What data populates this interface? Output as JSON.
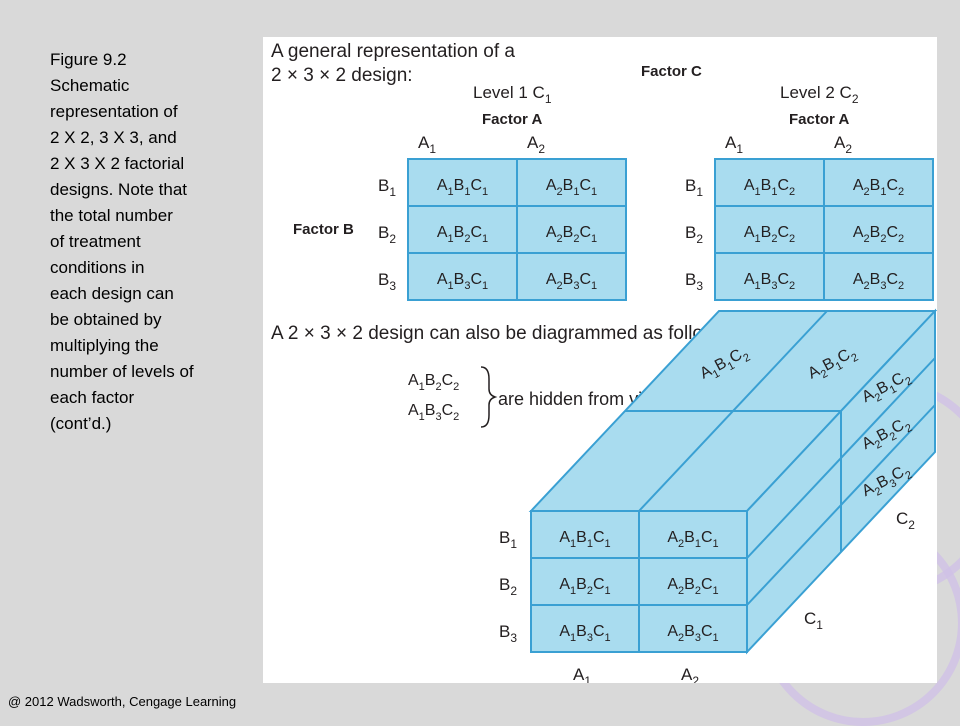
{
  "caption": {
    "lines": [
      "Figure 9.2",
      "Schematic",
      "representation of",
      "2 X 2, 3 X 3, and",
      "2 X 3 X 2 factorial",
      "designs. Note that",
      "the total number",
      "of treatment",
      "conditions in",
      "each design can",
      "be obtained by",
      "multiplying the",
      "number of levels of",
      "each factor",
      "(cont’d.)"
    ]
  },
  "footer": "@ 2012 Wadsworth, Cengage Learning",
  "figure": {
    "heading_line1": "A general representation of a",
    "heading_line2": "2 × 3 × 2 design:",
    "factor_c": "Factor C",
    "factor_a": "Factor A",
    "factor_b": "Factor B",
    "level1": [
      "Level 1 C",
      "1"
    ],
    "level2": [
      "Level 2 C",
      "2"
    ],
    "a_levels": [
      [
        "A",
        "1"
      ],
      [
        "A",
        "2"
      ]
    ],
    "b_levels": [
      [
        "B",
        "1"
      ],
      [
        "B",
        "2"
      ],
      [
        "B",
        "3"
      ]
    ],
    "grid_c1": [
      [
        [
          "A",
          "1",
          "B",
          "1",
          "C",
          "1"
        ],
        [
          "A",
          "2",
          "B",
          "1",
          "C",
          "1"
        ]
      ],
      [
        [
          "A",
          "1",
          "B",
          "2",
          "C",
          "1"
        ],
        [
          "A",
          "2",
          "B",
          "2",
          "C",
          "1"
        ]
      ],
      [
        [
          "A",
          "1",
          "B",
          "3",
          "C",
          "1"
        ],
        [
          "A",
          "2",
          "B",
          "3",
          "C",
          "1"
        ]
      ]
    ],
    "grid_c2": [
      [
        [
          "A",
          "1",
          "B",
          "1",
          "C",
          "2"
        ],
        [
          "A",
          "2",
          "B",
          "1",
          "C",
          "2"
        ]
      ],
      [
        [
          "A",
          "1",
          "B",
          "2",
          "C",
          "2"
        ],
        [
          "A",
          "2",
          "B",
          "2",
          "C",
          "2"
        ]
      ],
      [
        [
          "A",
          "1",
          "B",
          "3",
          "C",
          "2"
        ],
        [
          "A",
          "2",
          "B",
          "3",
          "C",
          "2"
        ]
      ]
    ],
    "diagram_heading": "A 2 × 3 × 2 design can also be diagrammed as follows:",
    "hidden_cells": [
      [
        "A",
        "1",
        "B",
        "2",
        "C",
        "2"
      ],
      [
        "A",
        "1",
        "B",
        "3",
        "C",
        "2"
      ]
    ],
    "hidden_text": "are hidden from view",
    "cube_top": [
      [
        "A",
        "1",
        "B",
        "1",
        "C",
        "2"
      ],
      [
        "A",
        "2",
        "B",
        "1",
        "C",
        "2"
      ]
    ],
    "cube_side": [
      [
        "A",
        "2",
        "B",
        "1",
        "C",
        "2"
      ],
      [
        "A",
        "2",
        "B",
        "2",
        "C",
        "2"
      ],
      [
        "A",
        "2",
        "B",
        "3",
        "C",
        "2"
      ]
    ],
    "depth_labels": [
      [
        "C",
        "1"
      ],
      [
        "C",
        "2"
      ]
    ],
    "colors": {
      "cell_fill": "#a9dcef",
      "cell_stroke": "#3aa0d3",
      "text": "#231f20",
      "ring": "#cfc0e6"
    }
  }
}
